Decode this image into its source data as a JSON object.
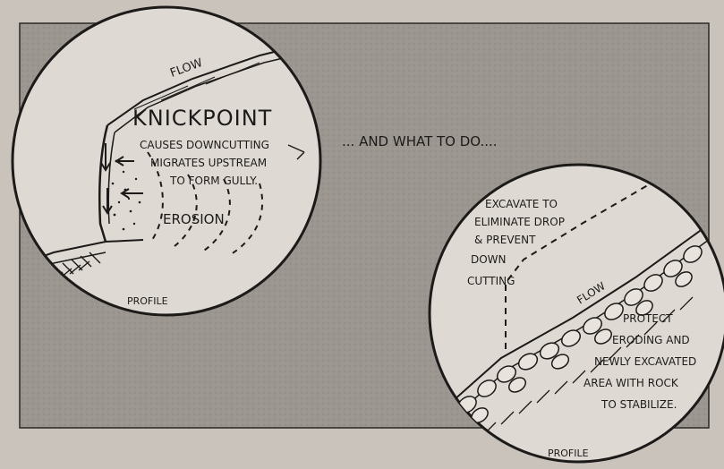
{
  "panel": {
    "background": "#9b968f",
    "page_background": "#c9c3bb",
    "circle_fill": "#dedad3",
    "ink": "#1d1b19"
  },
  "left_circle": {
    "flow_label": "FLOW",
    "title": "KNICKPOINT",
    "caption_lines": [
      "CAUSES DOWNCUTTING",
      "MIGRATES UPSTREAM",
      "TO FORM GULLY."
    ],
    "erosion_label": "EROSION",
    "profile_label": "PROFILE"
  },
  "middle_text": "... AND WHAT TO DO....",
  "right_circle": {
    "excavate_lines": [
      "EXCAVATE TO",
      "ELIMINATE DROP",
      "& PREVENT",
      "DOWN",
      "CUTTING"
    ],
    "flow_label": "FLOW",
    "protect_lines": [
      "PROTECT",
      "ERODING AND",
      "NEWLY EXCAVATED",
      "AREA WITH ROCK",
      "TO STABILIZE."
    ],
    "profile_label": "PROFILE"
  }
}
